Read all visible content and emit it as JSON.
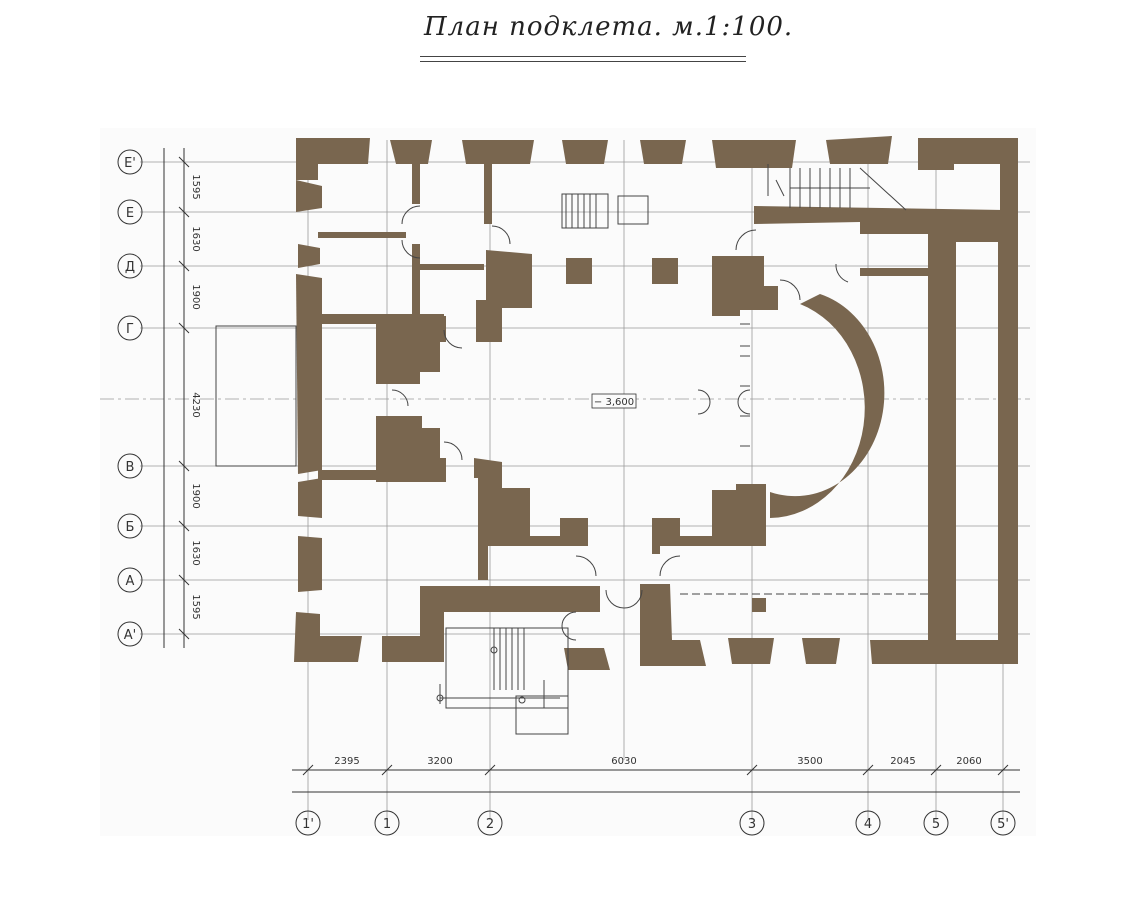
{
  "title": "План подклета. м.1:100.",
  "level_mark": "− 3,600",
  "colors": {
    "wall": "#79664f",
    "line": "#333333",
    "grid": "#9a9a9a"
  },
  "axes_columns": [
    {
      "label": "1'"
    },
    {
      "label": "1"
    },
    {
      "label": "2"
    },
    {
      "label": "3"
    },
    {
      "label": "4"
    },
    {
      "label": "5"
    },
    {
      "label": "5'"
    }
  ],
  "axes_rows": [
    {
      "label": "Е'"
    },
    {
      "label": "Е"
    },
    {
      "label": "Д"
    },
    {
      "label": "Г"
    },
    {
      "label": "В"
    },
    {
      "label": "Б"
    },
    {
      "label": "А"
    },
    {
      "label": "А'"
    }
  ],
  "dims_bottom": [
    "2395",
    "3200",
    "6030",
    "3500",
    "2045",
    "2060"
  ],
  "dims_left": [
    "1595",
    "1630",
    "1900",
    "4230",
    "1900",
    "1630",
    "1595"
  ]
}
